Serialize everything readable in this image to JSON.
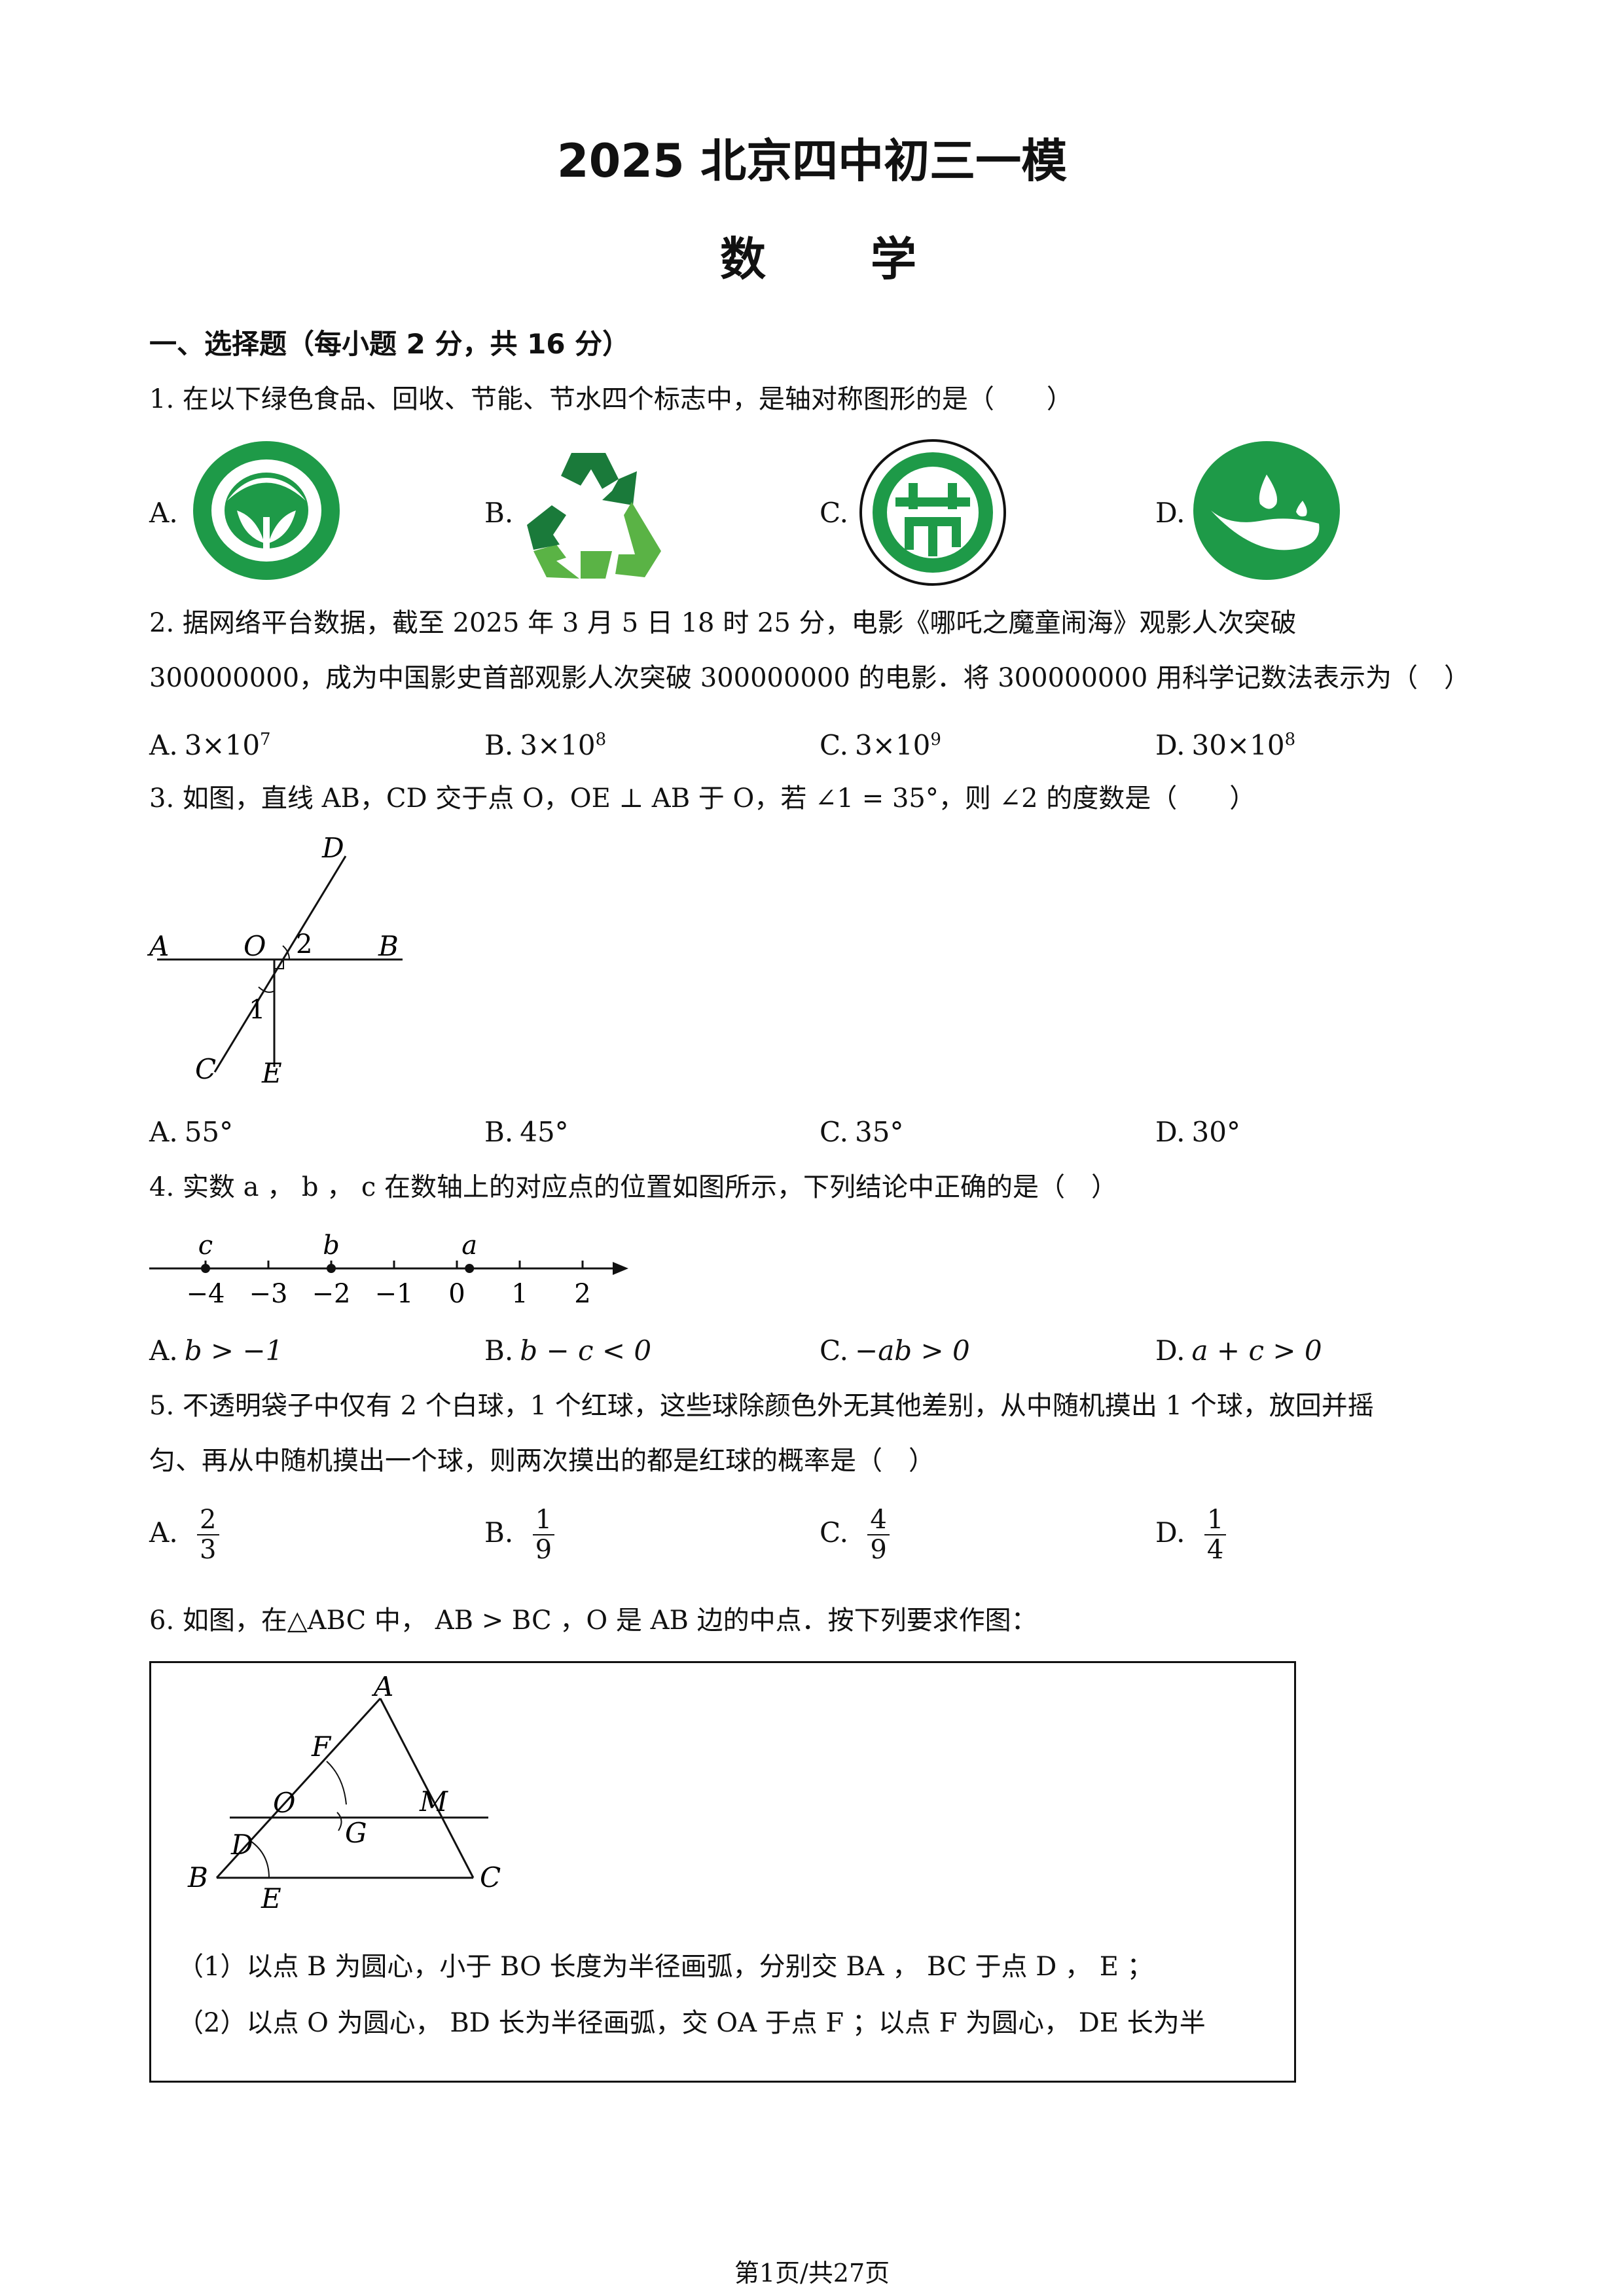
{
  "header": {
    "title": "2025 北京四中初三一模",
    "subject": "数学"
  },
  "section1": {
    "heading": "一、选择题（每小题 2 分，共 16 分）"
  },
  "q1": {
    "stem": "1. 在以下绿色食品、回收、节能、节水四个标志中，是轴对称图形的是（　　）",
    "options": [
      {
        "label": "A."
      },
      {
        "label": "B."
      },
      {
        "label": "C."
      },
      {
        "label": "D."
      }
    ],
    "icons": [
      "green-food-logo-icon",
      "recycle-logo-icon",
      "energy-saving-logo-icon",
      "water-saving-logo-icon"
    ],
    "green": "#1e9a48",
    "light_green": "#5ab345",
    "dark_green": "#1a7a3a"
  },
  "q2": {
    "line1": "2. 据网络平台数据，截至 2025 年 3 月 5 日 18 时 25 分，电影《哪吒之魔童闹海》观影人次突破",
    "line2": "300000000，成为中国影史首部观影人次突破 300000000 的电影．将 300000000 用科学记数法表示为（　）",
    "options": [
      {
        "label": "A.",
        "base": "3×10",
        "exp": "7"
      },
      {
        "label": "B.",
        "base": "3×10",
        "exp": "8"
      },
      {
        "label": "C.",
        "base": "3×10",
        "exp": "9"
      },
      {
        "label": "D.",
        "base": "30×10",
        "exp": "8"
      }
    ]
  },
  "q3": {
    "stem": "3. 如图，直线 AB，CD 交于点 O，OE ⊥ AB 于 O，若 ∠1 = 35°，则 ∠2 的度数是（　　）",
    "figure_labels": {
      "A": "A",
      "O": "O",
      "two": "2",
      "B": "B",
      "D": "D",
      "one": "1",
      "C": "C",
      "E": "E"
    },
    "options": [
      {
        "label": "A.",
        "text": "55°"
      },
      {
        "label": "B.",
        "text": "45°"
      },
      {
        "label": "C.",
        "text": "35°"
      },
      {
        "label": "D.",
        "text": "30°"
      }
    ]
  },
  "q4": {
    "stem": "4. 实数 a ， b ， c 在数轴上的对应点的位置如图所示，下列结论中正确的是（　）",
    "axis": {
      "ticks": [
        "−4",
        "−3",
        "−2",
        "−1",
        "0",
        "1",
        "2"
      ],
      "points": [
        {
          "name": "c",
          "value": -4
        },
        {
          "name": "b",
          "value": -2
        },
        {
          "name": "a",
          "value": 0.2
        }
      ]
    },
    "options": [
      {
        "label": "A.",
        "text": "b > −1"
      },
      {
        "label": "B.",
        "text": "b − c < 0"
      },
      {
        "label": "C.",
        "text": "−ab > 0"
      },
      {
        "label": "D.",
        "text": "a + c > 0"
      }
    ]
  },
  "q5": {
    "line1": "5. 不透明袋子中仅有 2 个白球，1 个红球，这些球除颜色外无其他差别，从中随机摸出 1 个球，放回并摇",
    "line2": "匀、再从中随机摸出一个球，则两次摸出的都是红球的概率是（　）",
    "options": [
      {
        "label": "A.",
        "num": "2",
        "den": "3"
      },
      {
        "label": "B.",
        "num": "1",
        "den": "9"
      },
      {
        "label": "C.",
        "num": "4",
        "den": "9"
      },
      {
        "label": "D.",
        "num": "1",
        "den": "4"
      }
    ]
  },
  "q6": {
    "stem": "6. 如图，在△ABC 中， AB > BC ，O 是 AB 边的中点．按下列要求作图：",
    "figure_labels": {
      "A": "A",
      "F": "F",
      "O": "O",
      "M": "M",
      "G": "G",
      "D": "D",
      "B": "B",
      "E": "E",
      "C": "C"
    },
    "step1": "（1）以点 B 为圆心，小于 BO 长度为半径画弧，分别交 BA ， BC 于点 D ， E ；",
    "step2": "（2）以点 O 为圆心， BD 长为半径画弧，交 OA 于点 F ；以点 F 为圆心， DE 长为半"
  },
  "footer": {
    "page": "第1页/共27页"
  }
}
